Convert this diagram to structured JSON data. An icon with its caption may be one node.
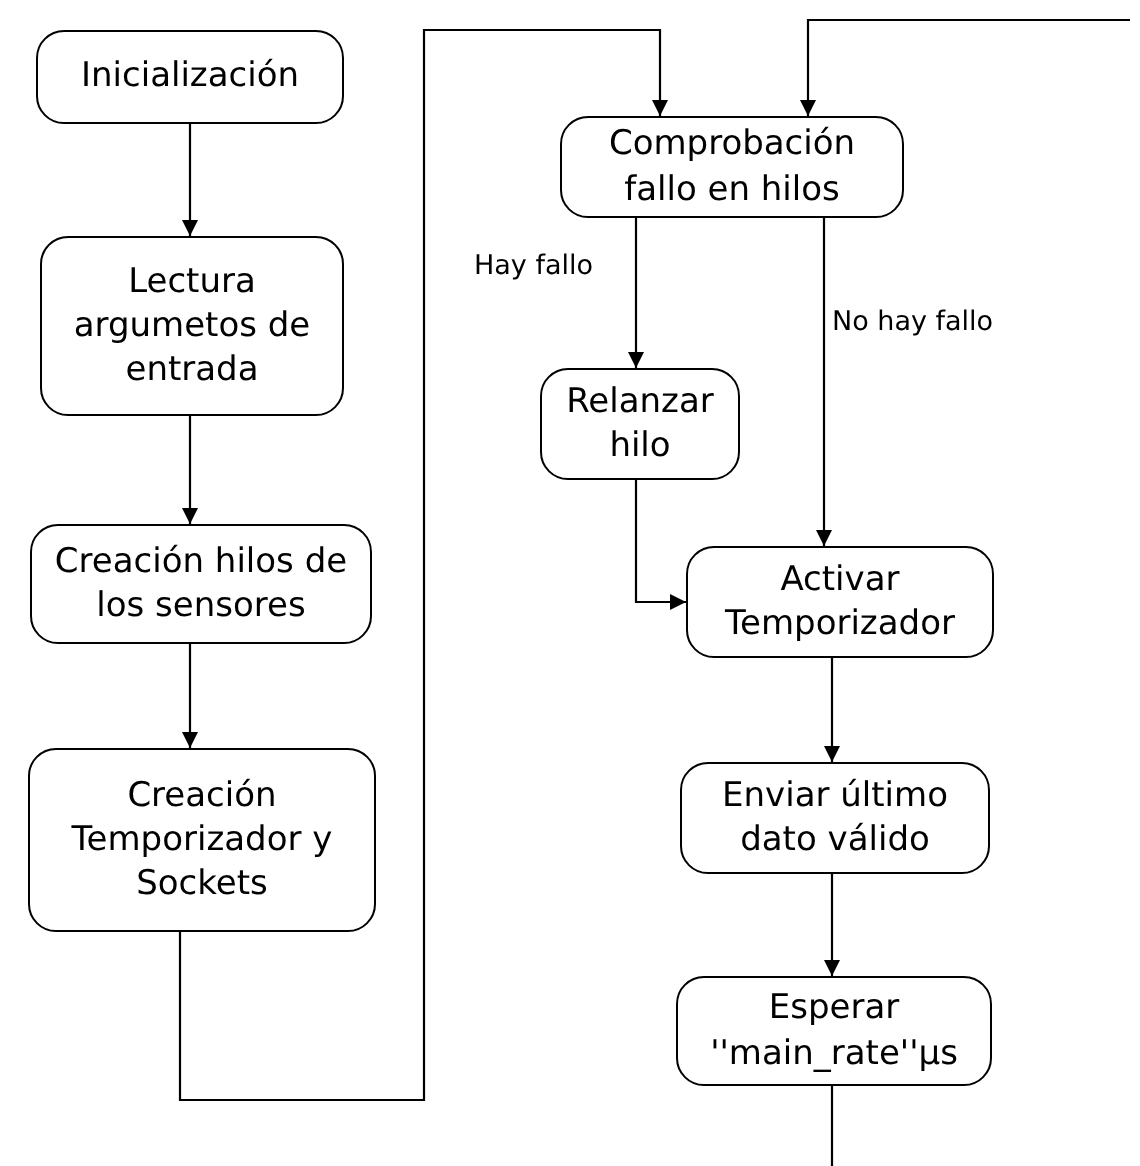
{
  "diagram": {
    "nodes": [
      {
        "text": [
          "Inicialización"
        ]
      },
      {
        "text": [
          "Lectura argumetos de entrada"
        ]
      },
      {
        "text": [
          "Creación hilos de los sensores"
        ]
      },
      {
        "text": [
          "Creación Temporizador y Sockets"
        ]
      },
      {
        "text": [
          "Comprobación fallo en hilos"
        ]
      },
      {
        "text": [
          "Relanzar hilo"
        ]
      },
      {
        "text": [
          "Activar Temporizador"
        ]
      },
      {
        "text": [
          "Enviar último dato válido"
        ]
      },
      {
        "text": [
          "Esperar ''main_rate''μs"
        ]
      }
    ],
    "edges": [
      {
        "from": 0,
        "to": 1,
        "arrow": "to"
      },
      {
        "from": 1,
        "to": 2,
        "arrow": "to"
      },
      {
        "from": 2,
        "to": 3,
        "arrow": "to"
      },
      {
        "from": 3,
        "to": 4,
        "arrow": "to"
      },
      {
        "from": 4,
        "to": 5,
        "arrow": "to",
        "label": "Hay fallo"
      },
      {
        "from": 4,
        "to": 6,
        "arrow": "to",
        "label": "No hay fallo"
      },
      {
        "from": 5,
        "to": 6,
        "arrow": "to"
      },
      {
        "from": 6,
        "to": 7,
        "arrow": "to"
      },
      {
        "from": 7,
        "to": 8,
        "arrow": "to"
      },
      {
        "from": 8,
        "to": null,
        "arrow": "none"
      },
      {
        "from": null,
        "to": 4,
        "arrow": "to"
      }
    ]
  }
}
